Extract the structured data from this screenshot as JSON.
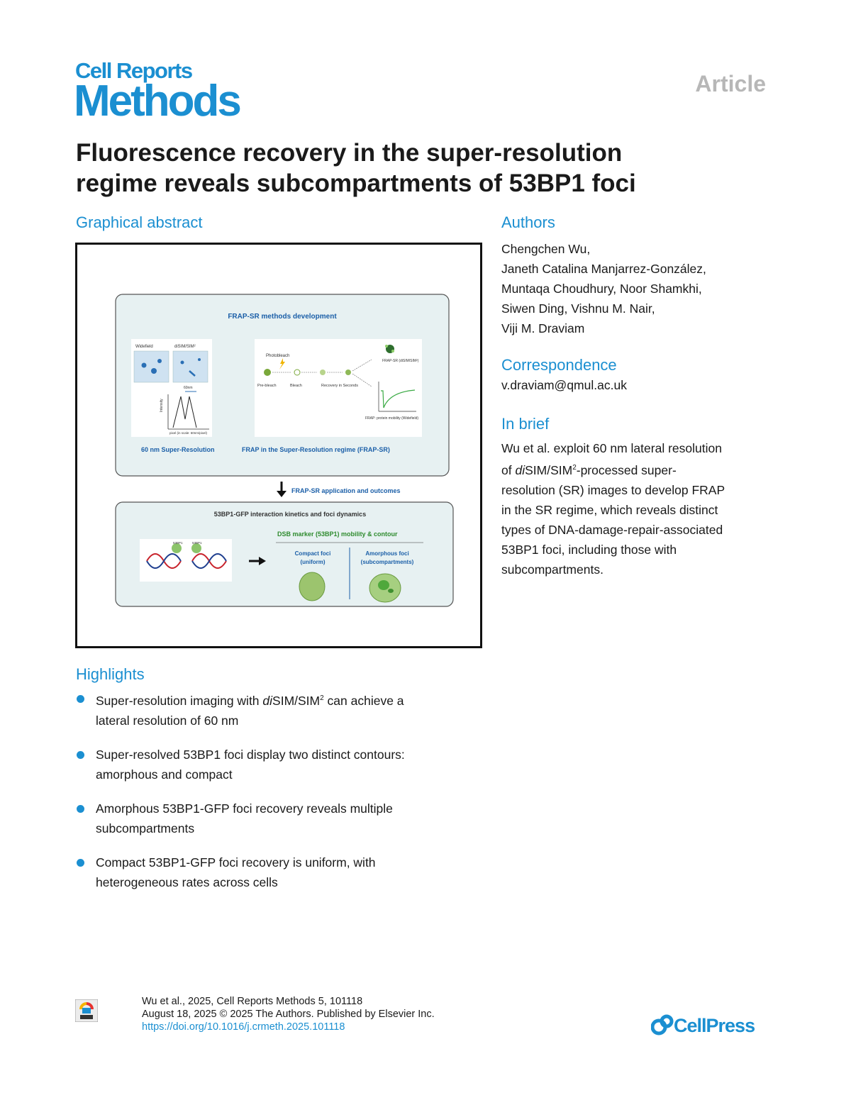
{
  "header": {
    "journal_line1": "Cell Reports",
    "journal_line2": "Methods",
    "article_type": "Article"
  },
  "title": {
    "line1": "Fluorescence recovery in the super-resolution",
    "line2": "regime reveals subcompartments of 53BP1 foci"
  },
  "graphical_abstract": {
    "heading": "Graphical abstract",
    "panel1_title": "FRAP-SR methods development",
    "widefield": "Widefield",
    "disim": "diSIM/SIM²",
    "nm60": "60nm",
    "intensity": "Intensity",
    "pixel_axis": "pixel (in scale: 60nm/pixel)",
    "photobleach": "Photobleach",
    "prebleach": "Pre-bleach",
    "bleach": "Bleach",
    "recovery": "Recovery in Seconds",
    "frapsr": "FRAP-SR (diSIM/SIM²)",
    "frap_mobility": "FRAP: protein mobility (Widefield)",
    "left_caption": "60 nm Super-Resolution",
    "right_caption": "FRAP in the Super-Resolution regime (FRAP-SR)",
    "arrow_label": "FRAP-SR application and outcomes",
    "panel2_title": "53BP1-GFP interaction kinetics and foci dynamics",
    "dsb_label": "DSB marker (53BP1) mobility & contour",
    "compact_label": "Compact foci",
    "compact_sub": "(uniform)",
    "amorphous_label": "Amorphous foci",
    "amorphous_sub": "(subcompartments)",
    "protein_label": "53BP1"
  },
  "authors": {
    "heading": "Authors",
    "lines": [
      "Chengchen Wu,",
      "Janeth Catalina Manjarrez-González,",
      "Muntaqa Choudhury, Noor Shamkhi,",
      "Siwen Ding, Vishnu M. Nair,",
      "Viji M. Draviam"
    ]
  },
  "correspondence": {
    "heading": "Correspondence",
    "email": "v.draviam@qmul.ac.uk"
  },
  "in_brief": {
    "heading": "In brief",
    "l1": "Wu et al. exploit 60 nm lateral resolution",
    "l2_a": "of ",
    "l2_em": "di",
    "l2_b": "SIM/SIM",
    "l2_sup": "2",
    "l2_c": "-processed super-",
    "l3": "resolution (SR) images to develop FRAP",
    "l4": "in the SR regime, which reveals distinct",
    "l5": "types of DNA-damage-repair-associated",
    "l6": "53BP1 foci, including those with",
    "l7": "subcompartments."
  },
  "highlights": {
    "heading": "Highlights",
    "h1_a": "Super-resolution imaging with ",
    "h1_em": "di",
    "h1_b": "SIM/SIM",
    "h1_sup": "2",
    "h1_c": " can achieve a",
    "h1_l2": "lateral resolution of 60 nm",
    "h2_l1": "Super-resolved 53BP1 foci display two distinct contours:",
    "h2_l2": "amorphous and compact",
    "h3_l1": "Amorphous 53BP1-GFP foci recovery reveals multiple",
    "h3_l2": "subcompartments",
    "h4_l1": "Compact 53BP1-GFP foci recovery is uniform, with",
    "h4_l2": "heterogeneous rates across cells"
  },
  "footer": {
    "citation": "Wu et al., 2025, Cell Reports Methods 5, 101118",
    "date_line": "August 18, 2025 © 2025 The Authors. Published by Elsevier Inc.",
    "doi": "https://doi.org/10.1016/j.crmeth.2025.101118",
    "publisher_logo": "CellPress"
  },
  "colors": {
    "brand_blue": "#1b8fd1",
    "panel_bg": "#e7f1f2",
    "dsb_green": "#2e8b2e"
  },
  "icons": [
    "check-for-updates-icon",
    "cellpress-logo-icon"
  ]
}
